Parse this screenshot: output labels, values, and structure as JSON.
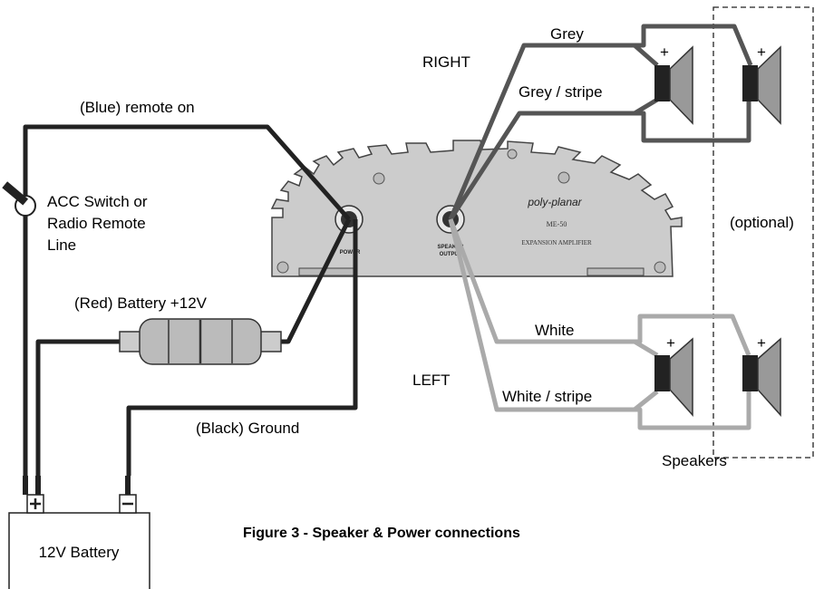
{
  "labels": {
    "remote": "(Blue)  remote on",
    "acc_line1": "ACC Switch or",
    "acc_line2": "Radio Remote",
    "acc_line3": "Line",
    "battery_plus": "(Red)  Battery +12V",
    "ground": "(Black)  Ground",
    "battery": "12V Battery",
    "right": "RIGHT",
    "left": "LEFT",
    "grey": "Grey",
    "grey_stripe": "Grey / stripe",
    "white": "White",
    "white_stripe": "White / stripe",
    "optional": "(optional)",
    "speakers": "Speakers",
    "caption": "Figure 3   - Speaker & Power connections",
    "plus": "+",
    "minus": "-"
  },
  "amplifier": {
    "brand": "poly-planar",
    "model": "ME-50",
    "subtitle": "EXPANSION AMPLIFIER",
    "power_label": "POWER",
    "speaker_label_1": "SPEAKER",
    "speaker_label_2": "OUTPUT"
  },
  "colors": {
    "black_wire": "#222222",
    "grey_wire": "#555555",
    "white_wire": "#aaaaaa",
    "amp_body": "#cccccc",
    "speaker_magnet": "#222222",
    "speaker_cone": "#999999"
  }
}
